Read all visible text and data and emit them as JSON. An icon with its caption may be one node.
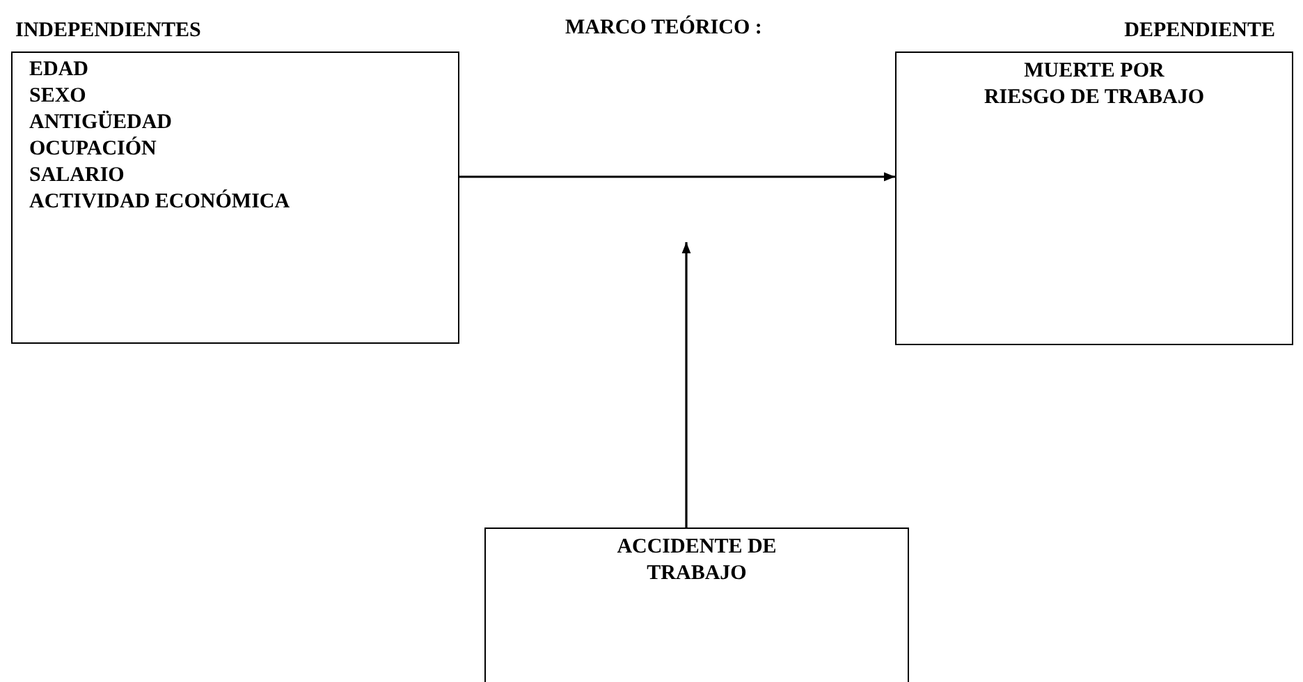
{
  "diagram": {
    "title": "MARCO TEÓRICO :",
    "nodes": [
      {
        "text": [
          "INDEPENDIENTES",
          "EDAD",
          "SEXO",
          "ANTIGÜEDAD",
          "OCUPACIÓN",
          "SALARIO",
          "ACTIVIDAD ECONÓMICA"
        ]
      },
      {
        "text": [
          "DEPENDIENTE",
          "MUERTE POR RIESGO DE TRABAJO"
        ]
      },
      {
        "text": [
          "ACCIDENTE DE TRABAJO"
        ]
      }
    ],
    "edges": [
      {
        "from": 0,
        "to": 1,
        "arrow": "to"
      },
      {
        "from": 2,
        "to": null,
        "arrow": "to"
      }
    ]
  }
}
